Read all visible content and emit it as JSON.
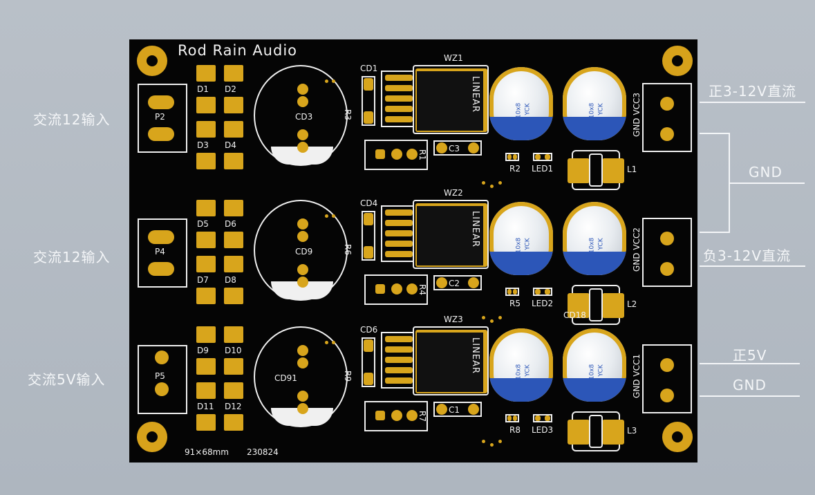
{
  "board": {
    "brand": "Rod Rain Audio",
    "dimensions": "91×68mm",
    "date": "230824"
  },
  "inputs": [
    {
      "label": "交流12输入",
      "connector": "P2"
    },
    {
      "label": "交流12输入",
      "connector": "P4"
    },
    {
      "label": "交流5V输入",
      "connector": "P5"
    }
  ],
  "outputs": {
    "pos_label": "正3-12V直流",
    "gnd_label": "GND",
    "neg_label": "负3-12V直流",
    "pos5_label": "正5V",
    "gnd2_label": "GND"
  },
  "connectors_right": [
    {
      "label": "GND VCC3"
    },
    {
      "label": "GND VCC2"
    },
    {
      "label": "GND VCC1"
    }
  ],
  "rows": [
    {
      "diodes": [
        "D1",
        "D2",
        "D3",
        "D4"
      ],
      "bulk_cap": "CD3",
      "resistor_a": "R3",
      "small_cap": "CD1",
      "regulator": "WZ1",
      "regulator_mark": "LINEAR",
      "resistor_b": "R1",
      "cap_small": "C3",
      "resistor_c": "R2",
      "led": "LED1",
      "inductor": "L1",
      "cap_text_1": "10x8",
      "cap_text_2": "YCK"
    },
    {
      "diodes": [
        "D5",
        "D6",
        "D7",
        "D8"
      ],
      "bulk_cap": "CD9",
      "resistor_a": "R6",
      "small_cap": "CD4",
      "regulator": "WZ2",
      "regulator_mark": "LINEAR",
      "resistor_b": "R4",
      "cap_small": "C2",
      "resistor_c": "R5",
      "led": "LED2",
      "inductor": "L2",
      "extra": "CD18",
      "cap_text_1": "10x8",
      "cap_text_2": "YCK"
    },
    {
      "diodes": [
        "D9",
        "D10",
        "D11",
        "D12"
      ],
      "bulk_cap": "CD91",
      "resistor_a": "R9",
      "small_cap": "CD6",
      "regulator": "WZ3",
      "regulator_mark": "LINEAR",
      "resistor_b": "R7",
      "cap_small": "C1",
      "resistor_c": "R8",
      "led": "LED3",
      "inductor": "L3",
      "cap_text_1": "10x8",
      "cap_text_2": "YCK"
    }
  ],
  "colors": {
    "board": "#050505",
    "copper": "#d8a51c",
    "silkscreen": "#f0f0f0",
    "cap_band": "#2c56b8",
    "background": "#b3bac3"
  }
}
